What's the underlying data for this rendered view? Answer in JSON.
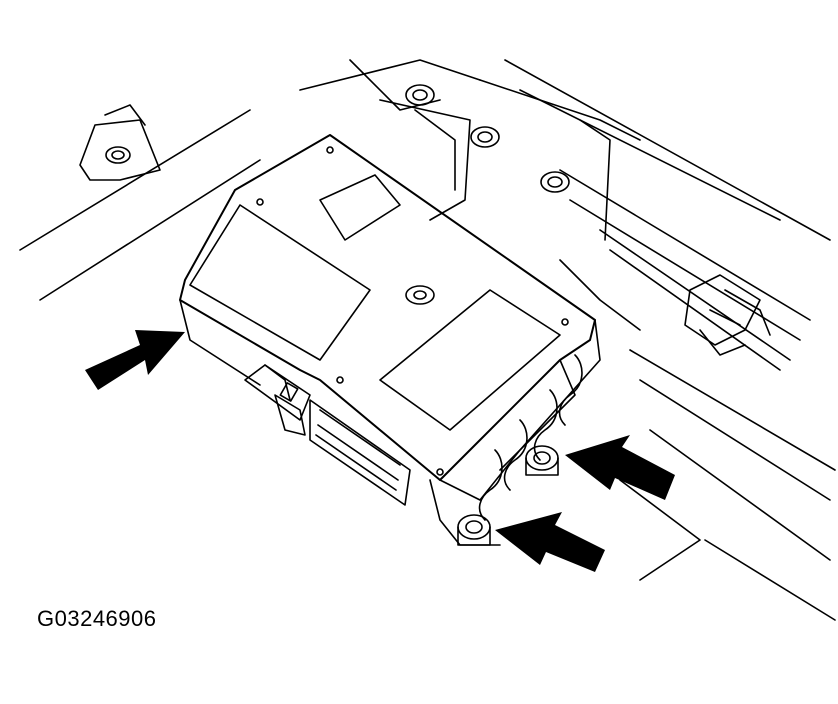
{
  "figure": {
    "code": "G03246906",
    "subject": "control-module-mounting",
    "callouts": [
      "arrow-module-edge",
      "arrow-upper-bolt",
      "arrow-lower-bolt"
    ],
    "ink_color": "#000000",
    "paper_color": "#ffffff"
  }
}
